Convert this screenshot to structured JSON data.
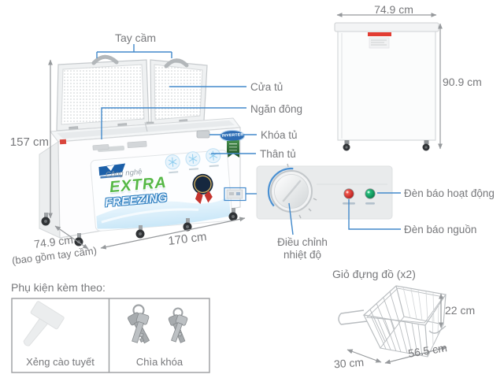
{
  "diagram": {
    "subject": "chest-freezer-annotated-diagram",
    "accent_color": "#4289cb",
    "text_color": "#77787b"
  },
  "callouts": {
    "handle": "Tay cầm",
    "door": "Cửa tủ",
    "freezer_compartment": "Ngăn đông",
    "lock": "Khóa tủ",
    "body": "Thân tủ"
  },
  "front_view": {
    "height": "157 cm",
    "depth": "74.9 cm",
    "depth_note": "(bao gồm tay cầm)",
    "width": "170 cm",
    "sticker": {
      "line1": "Công nghệ",
      "line2": "EXTRA",
      "line3": "FREEZING"
    },
    "inverter_badge": "INVERTER"
  },
  "side_view": {
    "width": "74.9 cm",
    "height": "90.9 cm"
  },
  "control_panel": {
    "knob_label_line1": "Điều chỉnh",
    "knob_label_line2": "nhiệt độ",
    "operation_light_label": "Đèn báo hoạt động",
    "power_light_label": "Đèn báo nguồn",
    "power_light_color": "#c81414",
    "operation_light_color": "#009a58"
  },
  "basket": {
    "title": "Giỏ đựng đồ (x2)",
    "height": "22 cm",
    "length": "56.5 cm",
    "width": "30 cm"
  },
  "accessories": {
    "title": "Phụ kiện kèm theo:",
    "items": [
      {
        "label": "Xẻng cào tuyết"
      },
      {
        "label": "Chìa khóa"
      }
    ]
  }
}
